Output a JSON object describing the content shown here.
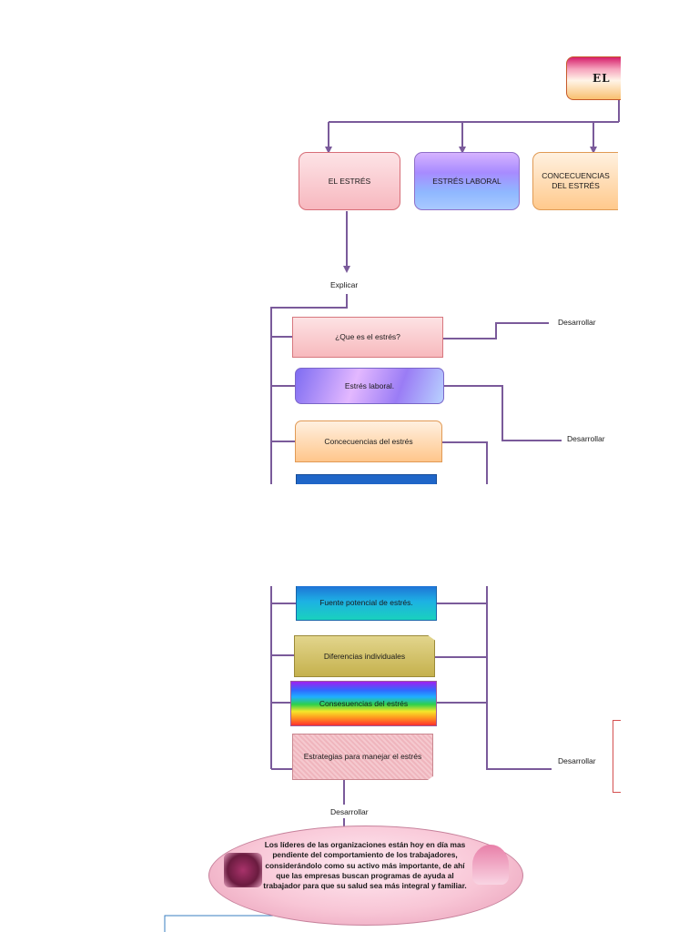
{
  "diagram": {
    "title": "EL",
    "top_branches": [
      {
        "label": "EL ESTRÉS"
      },
      {
        "label": "ESTRÉS LABORAL"
      },
      {
        "label": "CONCECUENCIAS DEL ESTRÉS"
      }
    ],
    "connector_labels": {
      "explicar": "Explicar",
      "desarrollar_1": "Desarrollar",
      "desarrollar_2": "Desarrollar",
      "desarrollar_3": "Desarrollar",
      "desarrollar_4": "Desarrollar"
    },
    "subtopics": [
      {
        "label": "¿Que es el estrés?"
      },
      {
        "label": "Estrés  laboral."
      },
      {
        "label": "Concecuencias del estrés"
      },
      {
        "label": ""
      },
      {
        "label": "Fuente potencial de estrés."
      },
      {
        "label": "Diferencias individuales"
      },
      {
        "label": "Consesuencias del estrés"
      },
      {
        "label": "Estrategias para manejar el estrés"
      }
    ],
    "summary_text": "Los líderes de las organizaciones están hoy en día mas pendiente del comportamiento de los trabajadores, considerándolo como su activo más importante, de ahí que las empresas buscan programas de ayuda al trabajador para que su salud sea más integral y familiar."
  },
  "colors": {
    "connector": "#7a5a9a",
    "blue_connector": "#3a7fc0"
  }
}
